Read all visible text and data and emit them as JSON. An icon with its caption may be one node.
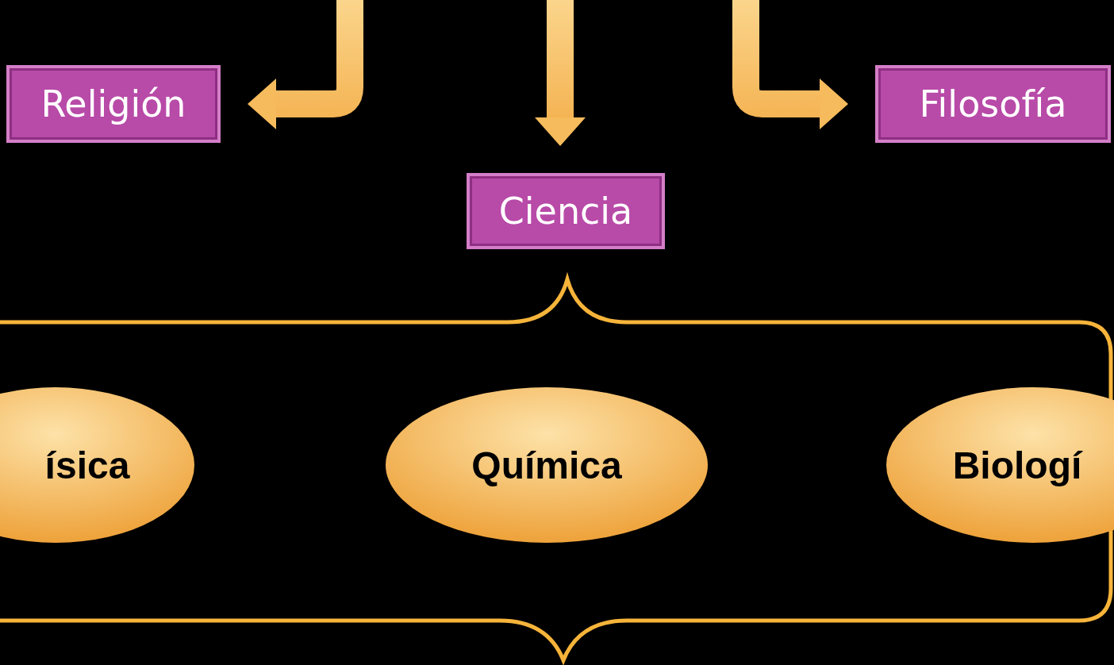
{
  "diagram": {
    "nodes": [
      {
        "text": [
          "Religión"
        ]
      },
      {
        "text": [
          "Filosofía"
        ]
      },
      {
        "text": [
          "Ciencia"
        ]
      },
      {
        "text": [
          "ísica"
        ]
      },
      {
        "text": [
          "Química"
        ]
      },
      {
        "text": [
          "Biologí"
        ]
      }
    ],
    "edges": [
      {
        "from": null,
        "to": 0,
        "arrow": "to",
        "style": "thick"
      },
      {
        "from": null,
        "to": 2,
        "arrow": "to",
        "style": "thick"
      },
      {
        "from": null,
        "to": 1,
        "arrow": "to",
        "style": "thick"
      }
    ]
  }
}
